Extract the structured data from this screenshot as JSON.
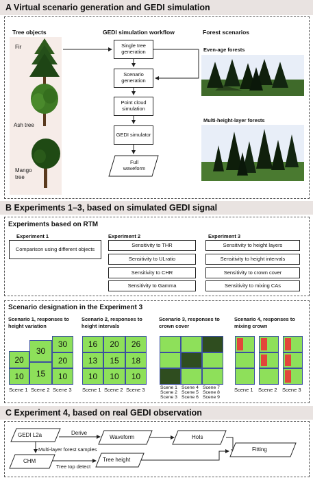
{
  "sectionA": {
    "title": "A Virtual scenario generation and GEDI simulation",
    "tree_objects_label": "Tree objects",
    "trees": [
      "Fir",
      "Ash tree",
      "Mango tree"
    ],
    "workflow_label": "GEDI simulation workflow",
    "workflow": [
      "Single tree generation",
      "Scenario generation",
      "Point cloud simulation",
      "GEDI simulator",
      "Full waveform"
    ],
    "forest_label": "Forest scenarios",
    "forest_even": "Even-age forests",
    "forest_multi": "Multi-height-layer forests"
  },
  "sectionB": {
    "title": "B Experiments 1–3, based on simulated GEDI  signal",
    "rtm_title": "Experiments based on RTM",
    "exp1": {
      "label": "Experiment 1",
      "items": [
        "Comparison using different objects"
      ]
    },
    "exp2": {
      "label": "Experiment 2",
      "items": [
        "Sensitivity to THR",
        "Sensitivity to ULratio",
        "Sensitivity to CHR",
        "Sensitivity to Gamma"
      ]
    },
    "exp3": {
      "label": "Experiment 3",
      "items": [
        "Sensitivity to height layers",
        "Sensitivity to height intervals",
        "Sensitivity to crown cover",
        "Sensitivity to mixing CAs"
      ]
    },
    "scenario_title": "Scenario designation in the Experiment 3",
    "scenario1": {
      "title": [
        "Scenario 1, responses to",
        "height variation"
      ],
      "scenes": [
        "Scene 1",
        "Scene 2",
        "Scene 3"
      ],
      "col1": [
        "20",
        "10"
      ],
      "col2": [
        "30",
        "15"
      ],
      "col3": [
        "30",
        "20",
        "10"
      ]
    },
    "scenario2": {
      "title": [
        "Scenario 2, responses to",
        "height intervals"
      ],
      "scenes": [
        "Scene 1",
        "Scene 2",
        "Scene 3"
      ],
      "rows": [
        [
          "16",
          "20",
          "26"
        ],
        [
          "13",
          "15",
          "18"
        ],
        [
          "10",
          "10",
          "10"
        ]
      ]
    },
    "scenario3": {
      "title": [
        "Scenario 3, responses to",
        "crown cover"
      ],
      "scene_labels": [
        [
          "Scene 1",
          "Scene 2",
          "Scene 3"
        ],
        [
          "Scene 4",
          "Scene 5",
          "Scene 6"
        ],
        [
          "Scene 7",
          "Scene 8",
          "Scene 9"
        ]
      ]
    },
    "scenario4": {
      "title": [
        "Scenario 4, responses to",
        "mixing crown"
      ],
      "scenes": [
        "Scene 1",
        "Scene 2",
        "Scene 3"
      ]
    }
  },
  "sectionC": {
    "title": "C Experiment  4, based on real GEDI observation",
    "gedi": "GEDI L2a",
    "derive": "Derive",
    "waveform": "Waveform",
    "hois": "HoIs",
    "multilayer": "Multi-layer forest samples",
    "chm": "CHM",
    "tree_top": "Tree top detect",
    "tree_height": "Tree height",
    "fitting": "Fitting"
  },
  "colors": {
    "band": "#e9e3e1",
    "cell_green": "#8ee05a",
    "cell_dark": "#2f4d1f",
    "cell_red": "#e2463a",
    "cell_border": "#3b4fa0"
  }
}
